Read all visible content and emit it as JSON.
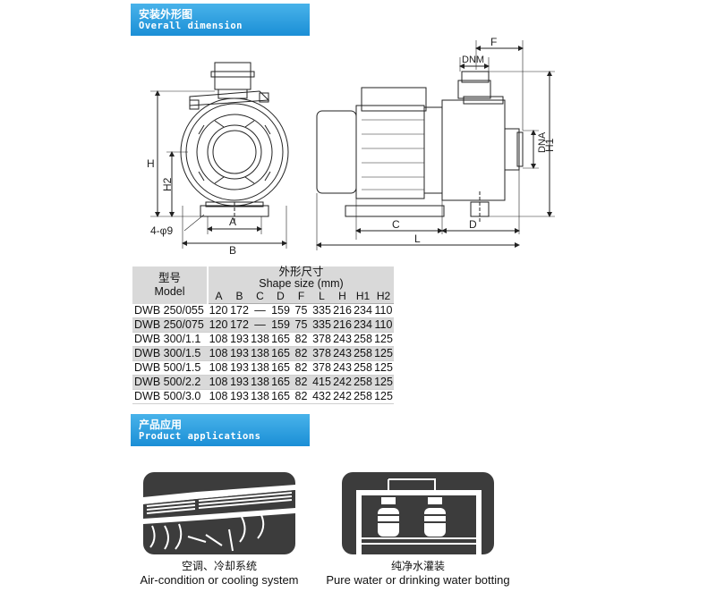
{
  "sections": {
    "dimension": {
      "title_cn": "安装外形图",
      "title_en": "Overall dimension"
    },
    "applications": {
      "title_cn": "产品应用",
      "title_en": "Product applications"
    }
  },
  "drawing_labels": {
    "H": "H",
    "H2": "H2",
    "A": "A",
    "B": "B",
    "hole": "4-φ9",
    "C": "C",
    "D": "D",
    "L": "L",
    "F": "F",
    "DNM": "DNM",
    "DNA": "DNA",
    "H1": "H1"
  },
  "table": {
    "model_cn": "型号",
    "model_en": "Model",
    "shape_cn": "外形尺寸",
    "shape_en": "Shape size (mm)",
    "columns": [
      "A",
      "B",
      "C",
      "D",
      "F",
      "L",
      "H",
      "H1",
      "H2"
    ],
    "rows": [
      {
        "model": "DWB 250/055",
        "vals": [
          "120",
          "172",
          "—",
          "159",
          "75",
          "335",
          "216",
          "234",
          "110"
        ]
      },
      {
        "model": "DWB 250/075",
        "vals": [
          "120",
          "172",
          "—",
          "159",
          "75",
          "335",
          "216",
          "234",
          "110"
        ]
      },
      {
        "model": "DWB 300/1.1",
        "vals": [
          "108",
          "193",
          "138",
          "165",
          "82",
          "378",
          "243",
          "258",
          "125"
        ]
      },
      {
        "model": "DWB 300/1.5",
        "vals": [
          "108",
          "193",
          "138",
          "165",
          "82",
          "378",
          "243",
          "258",
          "125"
        ]
      },
      {
        "model": "DWB 500/1.5",
        "vals": [
          "108",
          "193",
          "138",
          "165",
          "82",
          "378",
          "243",
          "258",
          "125"
        ]
      },
      {
        "model": "DWB 500/2.2",
        "vals": [
          "108",
          "193",
          "138",
          "165",
          "82",
          "415",
          "242",
          "258",
          "125"
        ]
      },
      {
        "model": "DWB 500/3.0",
        "vals": [
          "108",
          "193",
          "138",
          "165",
          "82",
          "432",
          "242",
          "258",
          "125"
        ]
      }
    ]
  },
  "applications": [
    {
      "label_cn": "空调、冷却系统",
      "label_en": "Air-condition or cooling system",
      "icon": "air-condition-icon"
    },
    {
      "label_cn": "纯净水灌装",
      "label_en": "Pure water or drinking water botting",
      "icon": "water-bottling-icon"
    }
  ],
  "colors": {
    "banner": "#1b8fd6",
    "card": "#3c3c3c",
    "table_gray": "#d9d9d9"
  }
}
